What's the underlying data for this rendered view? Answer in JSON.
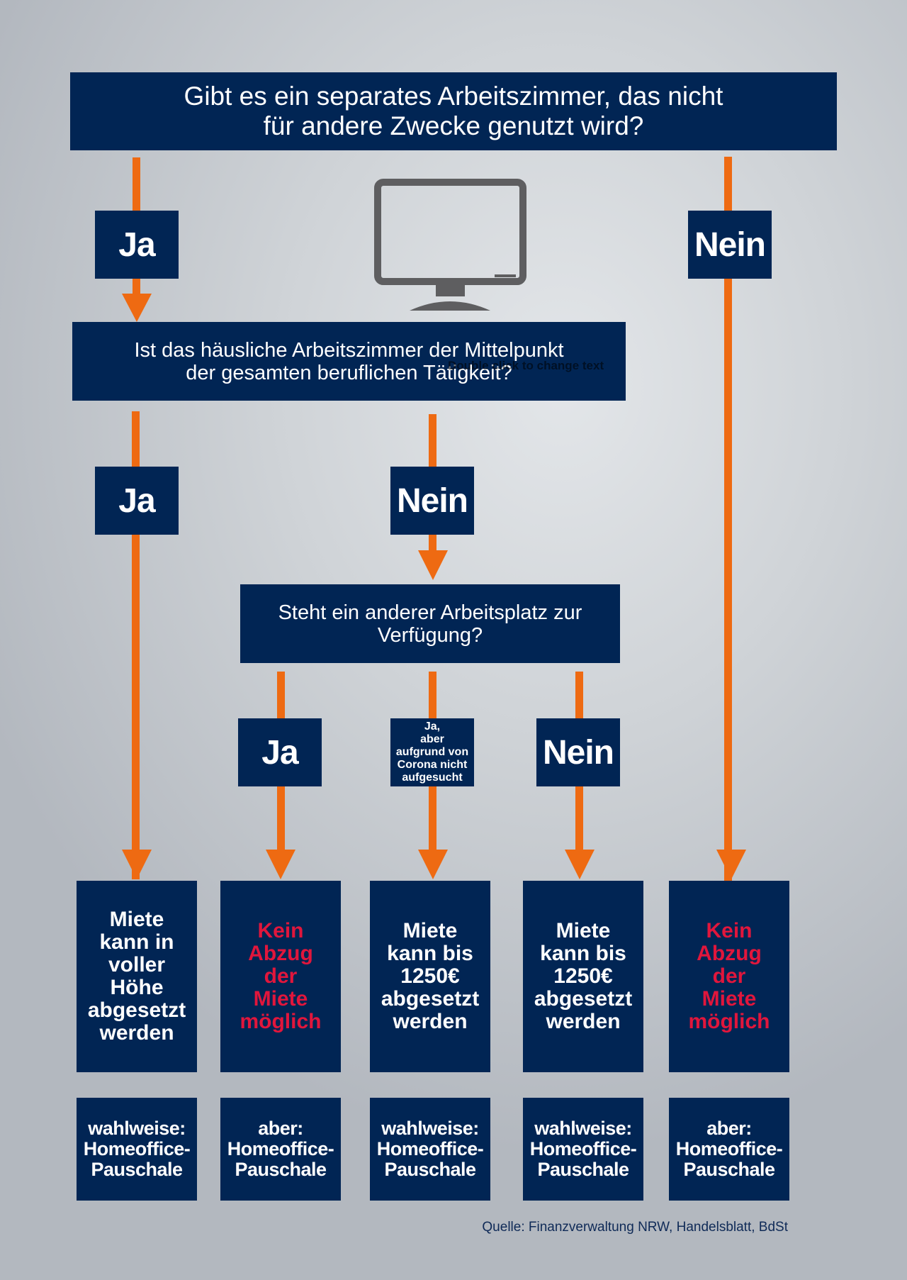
{
  "questions": {
    "q1": "Gibt es ein separates Arbeitszimmer, das nicht\nfür andere Zwecke genutzt wird?",
    "q2": "Ist das häusliche Arbeitszimmer der Mittelpunkt\nder gesamten beruflichen Tätigkeit?",
    "q3": "Steht ein anderer Arbeitsplatz zur\nVerfügung?"
  },
  "labels": {
    "q1_yes": "Ja",
    "q1_no": "Nein",
    "q2_yes": "Ja",
    "q2_no": "Nein",
    "q3_yes": "Ja",
    "q3_corona": "Ja,\naber\naufgrund von\nCorona nicht\naufgesucht",
    "q3_no": "Nein"
  },
  "results": [
    {
      "text": "Miete\nkann in\nvoller\nHöhe\nabgesetzt\nwerden",
      "note": "wahlweise:\nHomeoffice-\nPauschale"
    },
    {
      "text": "Kein\nAbzug\nder\nMiete\nmöglich",
      "note": "aber:\nHomeoffice-\nPauschale"
    },
    {
      "text": "Miete\nkann bis\n1250€\nabgesetzt\nwerden",
      "note": "wahlweise:\nHomeoffice-\nPauschale"
    },
    {
      "text": "Miete\nkann bis\n1250€\nabgesetzt\nwerden",
      "note": "wahlweise:\nHomeoffice-\nPauschale"
    },
    {
      "text": "Kein\nAbzug\nder\nMiete\nmöglich",
      "note": "aber:\nHomeoffice-\nPauschale"
    }
  ],
  "stray_text": "Double click to change text",
  "source": "Quelle: Finanzverwaltung NRW, Handelsblatt, BdSt",
  "colors": {
    "box": "#012554",
    "arrow": "#ee6a12",
    "negative": "#e1163c",
    "monitor": "#5e5e60"
  },
  "icons": {
    "monitor": "monitor-icon"
  }
}
